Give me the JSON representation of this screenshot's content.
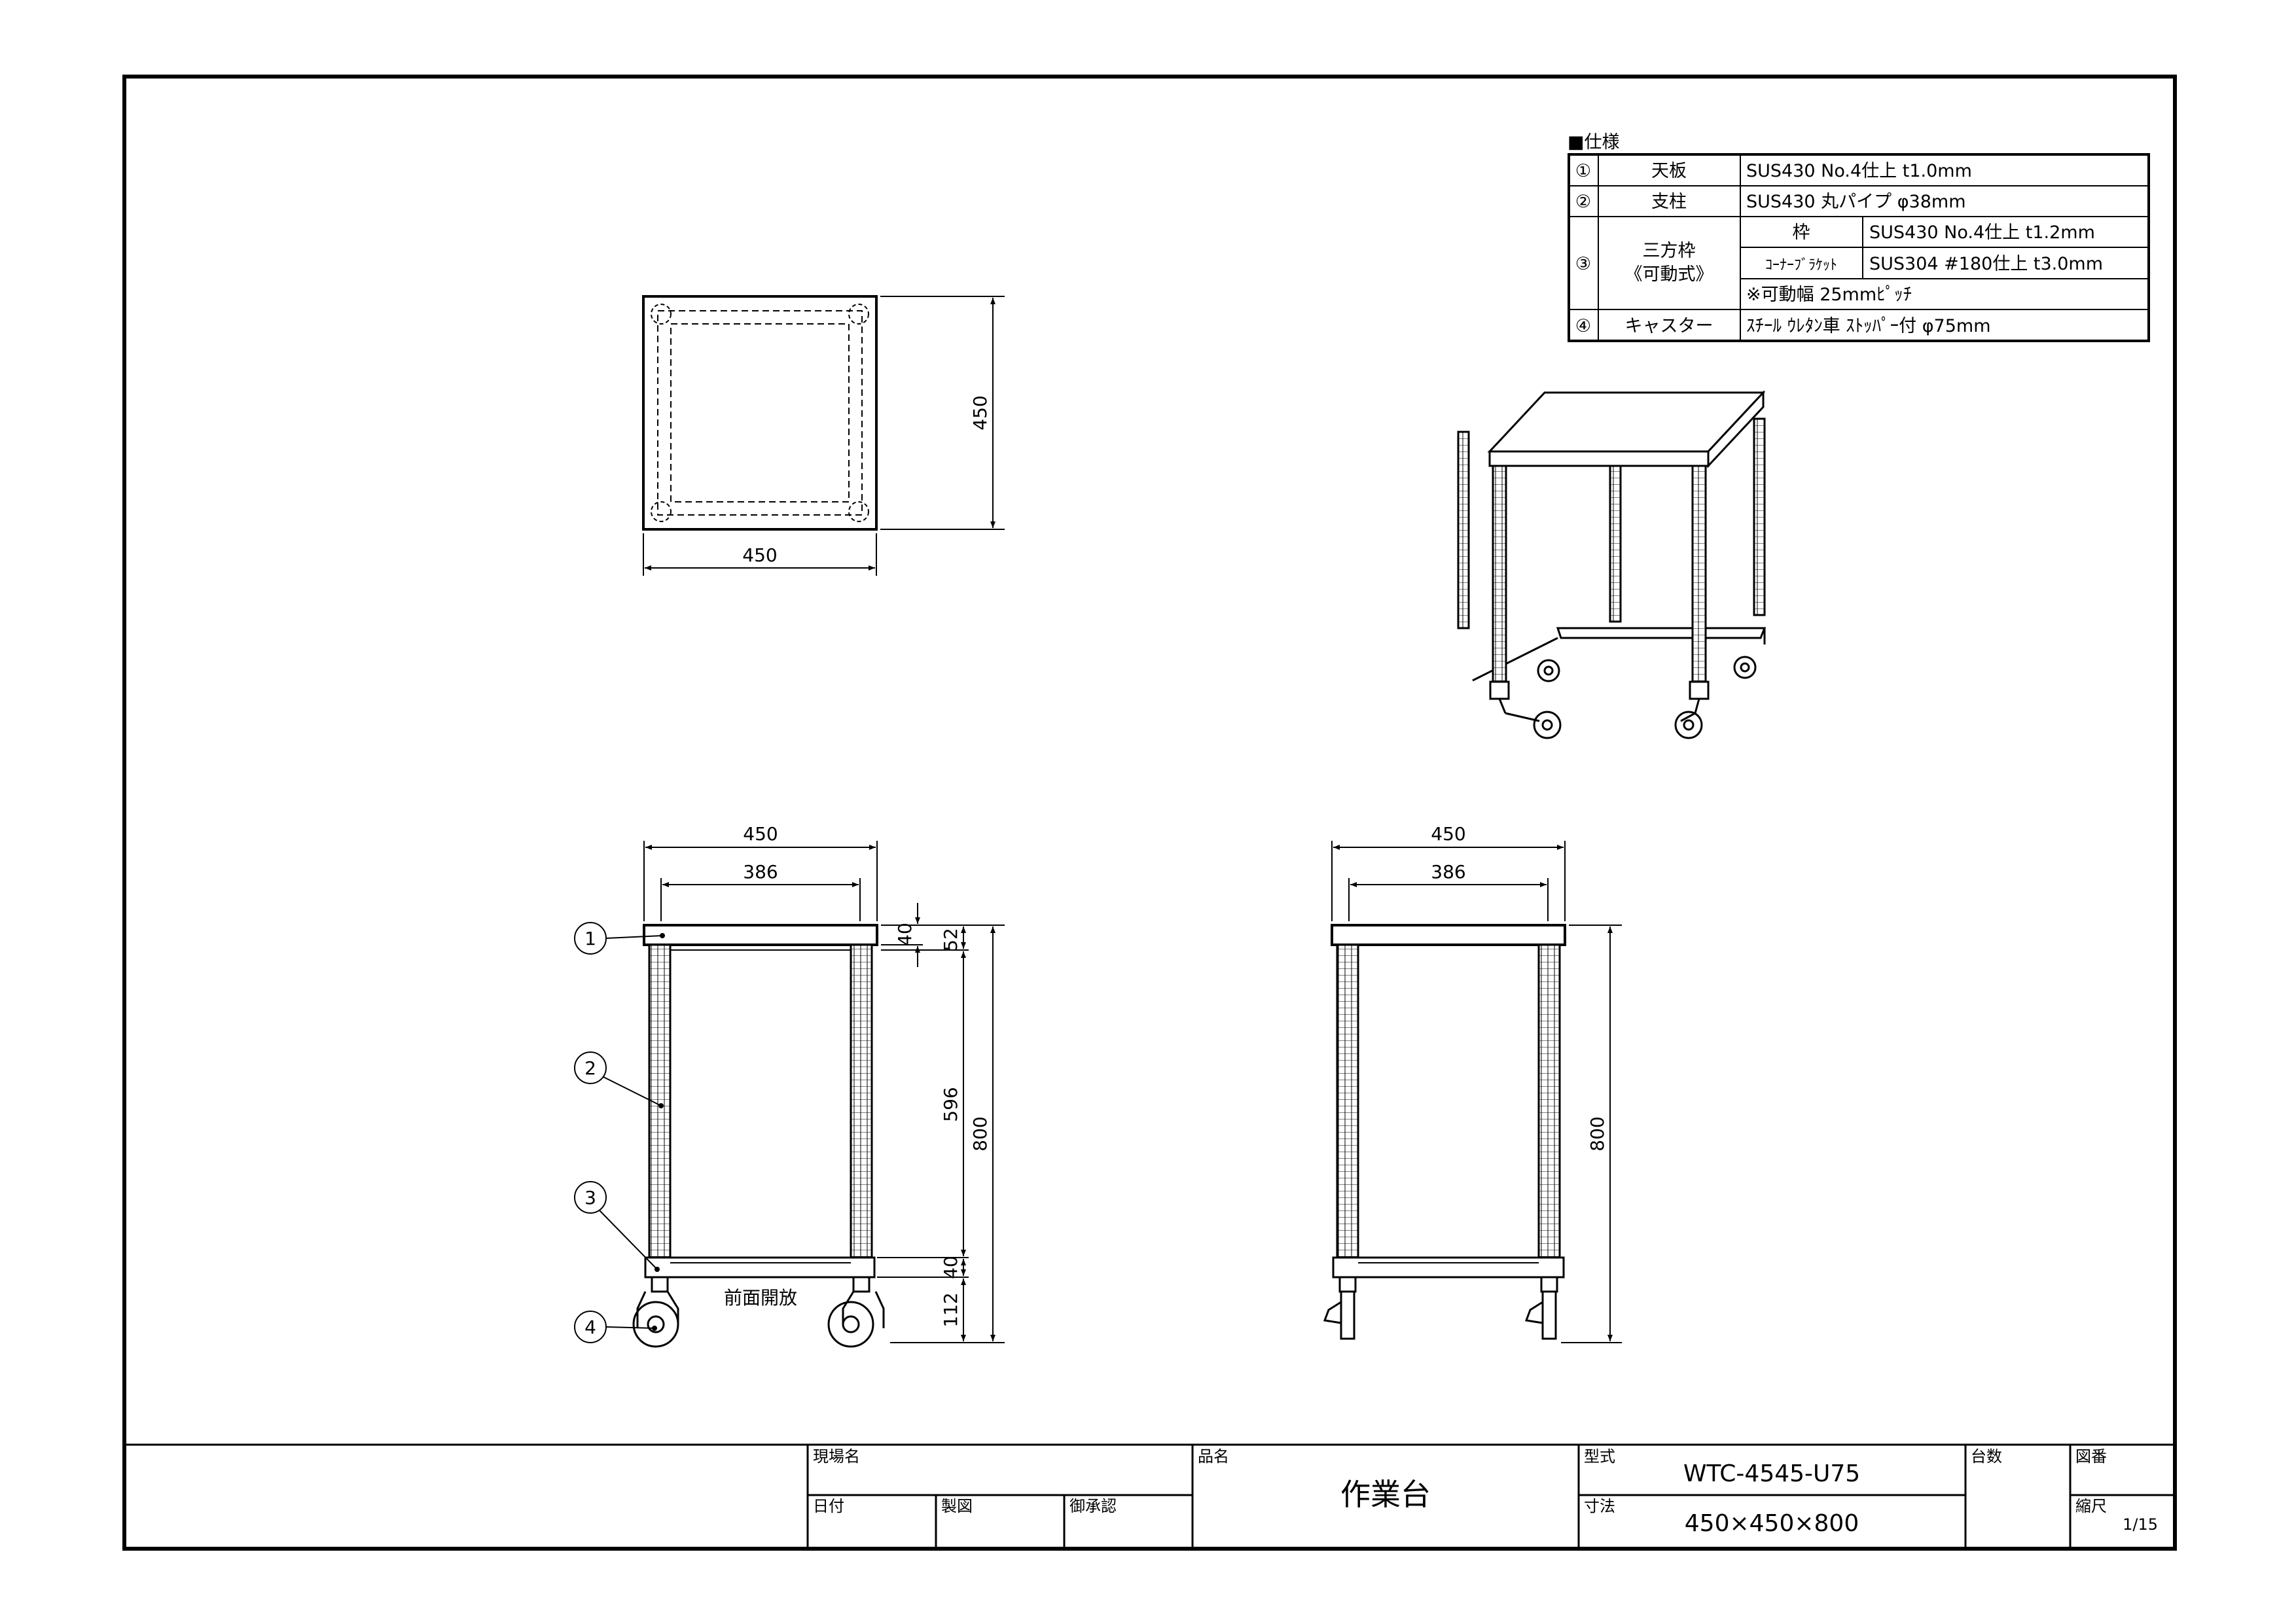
{
  "spec_table": {
    "heading": "■仕様",
    "rows": {
      "r1": {
        "no": "①",
        "name": "天板",
        "value": "SUS430 No.4仕上 t1.0mm"
      },
      "r2": {
        "no": "②",
        "name": "支柱",
        "value": "SUS430 丸パイプ φ38mm"
      },
      "r3": {
        "no": "③",
        "name_line1": "三方枠",
        "name_line2": "《可動式》",
        "sub1_name": "枠",
        "sub1_value": "SUS430 No.4仕上 t1.2mm",
        "sub2_name": "ｺｰﾅｰﾌﾞﾗｹｯﾄ",
        "sub2_value": "SUS304 #180仕上 t3.0mm",
        "note": "※可動幅 25mmﾋﾟｯﾁ"
      },
      "r4": {
        "no": "④",
        "name": "キャスター",
        "value": "ｽﾁｰﾙ ｳﾚﾀﾝ車 ｽﾄｯﾊﾟｰ付 φ75mm"
      }
    }
  },
  "plan_view": {
    "width": "450",
    "depth": "450"
  },
  "front_view": {
    "overall_width": "450",
    "inner_width": "386",
    "top_thickness": "40",
    "apron": "52",
    "leg_span": "596",
    "frame_height": "40",
    "caster_height": "112",
    "overall_height": "800",
    "label_open_front": "前面開放",
    "balloons": [
      "1",
      "2",
      "3",
      "4"
    ]
  },
  "side_view": {
    "overall_width": "450",
    "inner_width": "386",
    "overall_height": "800"
  },
  "title_block": {
    "site_label": "現場名",
    "date_label": "日付",
    "drawn_label": "製図",
    "approved_label": "御承認",
    "product_label": "品名",
    "product_name": "作業台",
    "model_label": "型式",
    "model_value": "WTC-4545-U75",
    "size_label": "寸法",
    "size_value": "450×450×800",
    "qty_label": "台数",
    "drawing_no_label": "図番",
    "scale_label": "縮尺",
    "scale_value": "1/15"
  }
}
